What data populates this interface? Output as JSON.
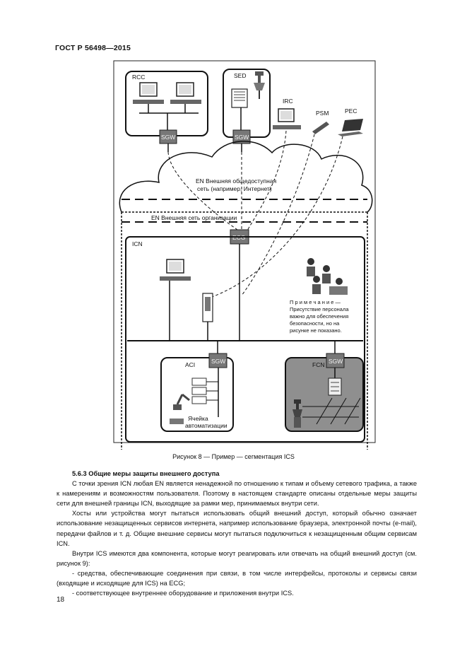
{
  "header": {
    "doc_id": "ГОСТ Р 56498—2015"
  },
  "figure": {
    "labels": {
      "rcc": "RCC",
      "sed": "SED",
      "irc": "IRC",
      "psm": "PSM",
      "pec": "PEC",
      "sgw": "SGW",
      "ecg": "ECG",
      "icn": "ICN",
      "aci": "ACI",
      "fcn": "FCN",
      "en_public_1": "EN  Внешняя общедоступная",
      "en_public_2": "сеть (например, Интернет)",
      "en_org": "EN  Внешняя сеть организации",
      "note_1": "П р и м е ч а н и е —",
      "note_2": "Присутствие персонала",
      "note_3": "важно для обеспечения",
      "note_4": "безопасности, но на",
      "note_5": "рисунке не показано.",
      "cell_1": "Ячейка",
      "cell_2": "автоматизации"
    },
    "caption": "Рисунок 8 — Пример — сегментация ICS"
  },
  "body": {
    "section_title": "5.6.3 Общие меры защиты внешнего доступа",
    "paragraphs": [
      "С точки зрения ICN любая EN является ненадежной по отношению к типам и объему сетевого трафика, а также к намерениям и возможностям пользователя. Поэтому в настоящем стандарте описаны отдельные меры защиты сети для внешней границы ICN, выходящие за рамки мер, принимаемых внутри сети.",
      "Хосты или устройства могут пытаться использовать общий внешний доступ, который обычно означает использование незащищенных сервисов интернета, например использование браузера, электронной почты (e-mail), передачи файлов и т. д. Общие внешние сервисы могут пытаться подключиться к незащищенным общим сервисам ICN.",
      "Внутри ICS имеются два компонента, которые могут реагировать или отвечать на общий внешний доступ (см. рисунок 9):",
      "- средства, обеспечивающие соединения при связи, в том числе интерфейсы, протоколы и сервисы связи (входящие и исходящие для ICS) на ECG;",
      "- соответствующее внутреннее оборудование и приложения внутри ICS."
    ]
  },
  "page_number": "18"
}
